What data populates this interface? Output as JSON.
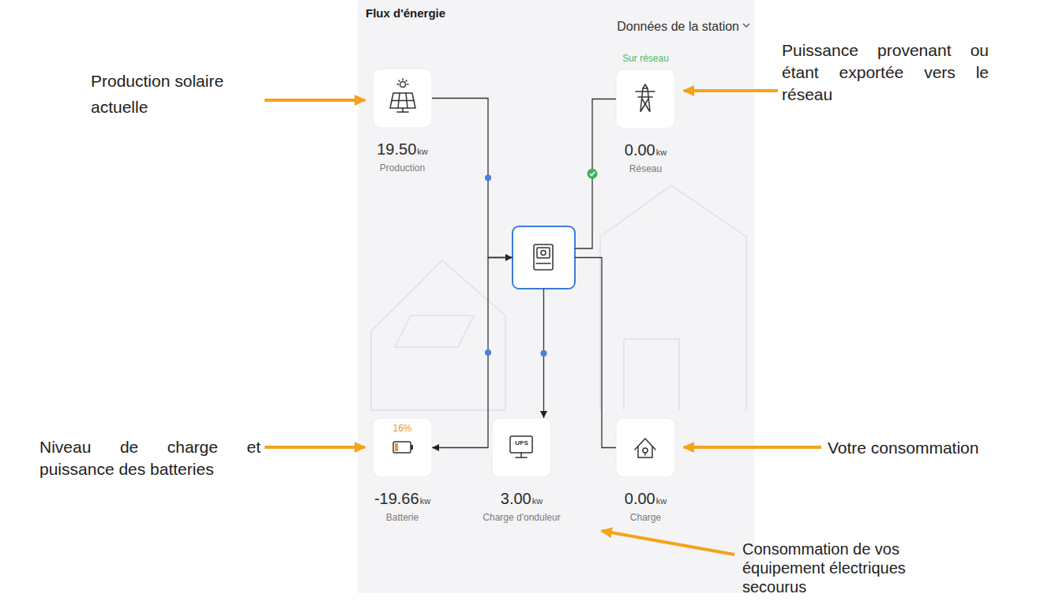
{
  "diagram": {
    "title": "Flux d'énergie",
    "nodes": [
      {
        "text": [
          "19.50",
          "kw",
          "Production"
        ]
      },
      {
        "text": [
          "Sur réseau",
          "0.00",
          "kw",
          "Réseau"
        ]
      },
      {
        "text": []
      },
      {
        "text": [
          "16%",
          "-19.66",
          "kw",
          "Batterie"
        ]
      },
      {
        "text": [
          "UPS",
          "3.00",
          "kw",
          "Charge d'onduleur"
        ]
      },
      {
        "text": [
          "0.00",
          "kw",
          "Charge"
        ]
      }
    ],
    "edges": [
      {
        "from": 0,
        "to": 2,
        "arrow": "to"
      },
      {
        "from": 1,
        "to": 2,
        "arrow": "none"
      },
      {
        "from": 2,
        "to": 3,
        "arrow": "to"
      },
      {
        "from": 2,
        "to": 4,
        "arrow": "to"
      },
      {
        "from": 2,
        "to": 5,
        "arrow": "none"
      }
    ],
    "labels": [
      "Données de la station",
      "Production solaire actuelle",
      "Puissance provenant ou étant exportée vers le réseau",
      "Niveau de charge et puissance des batteries",
      "Votre consommation",
      "Consommation de vos équipement électriques secourus"
    ]
  }
}
